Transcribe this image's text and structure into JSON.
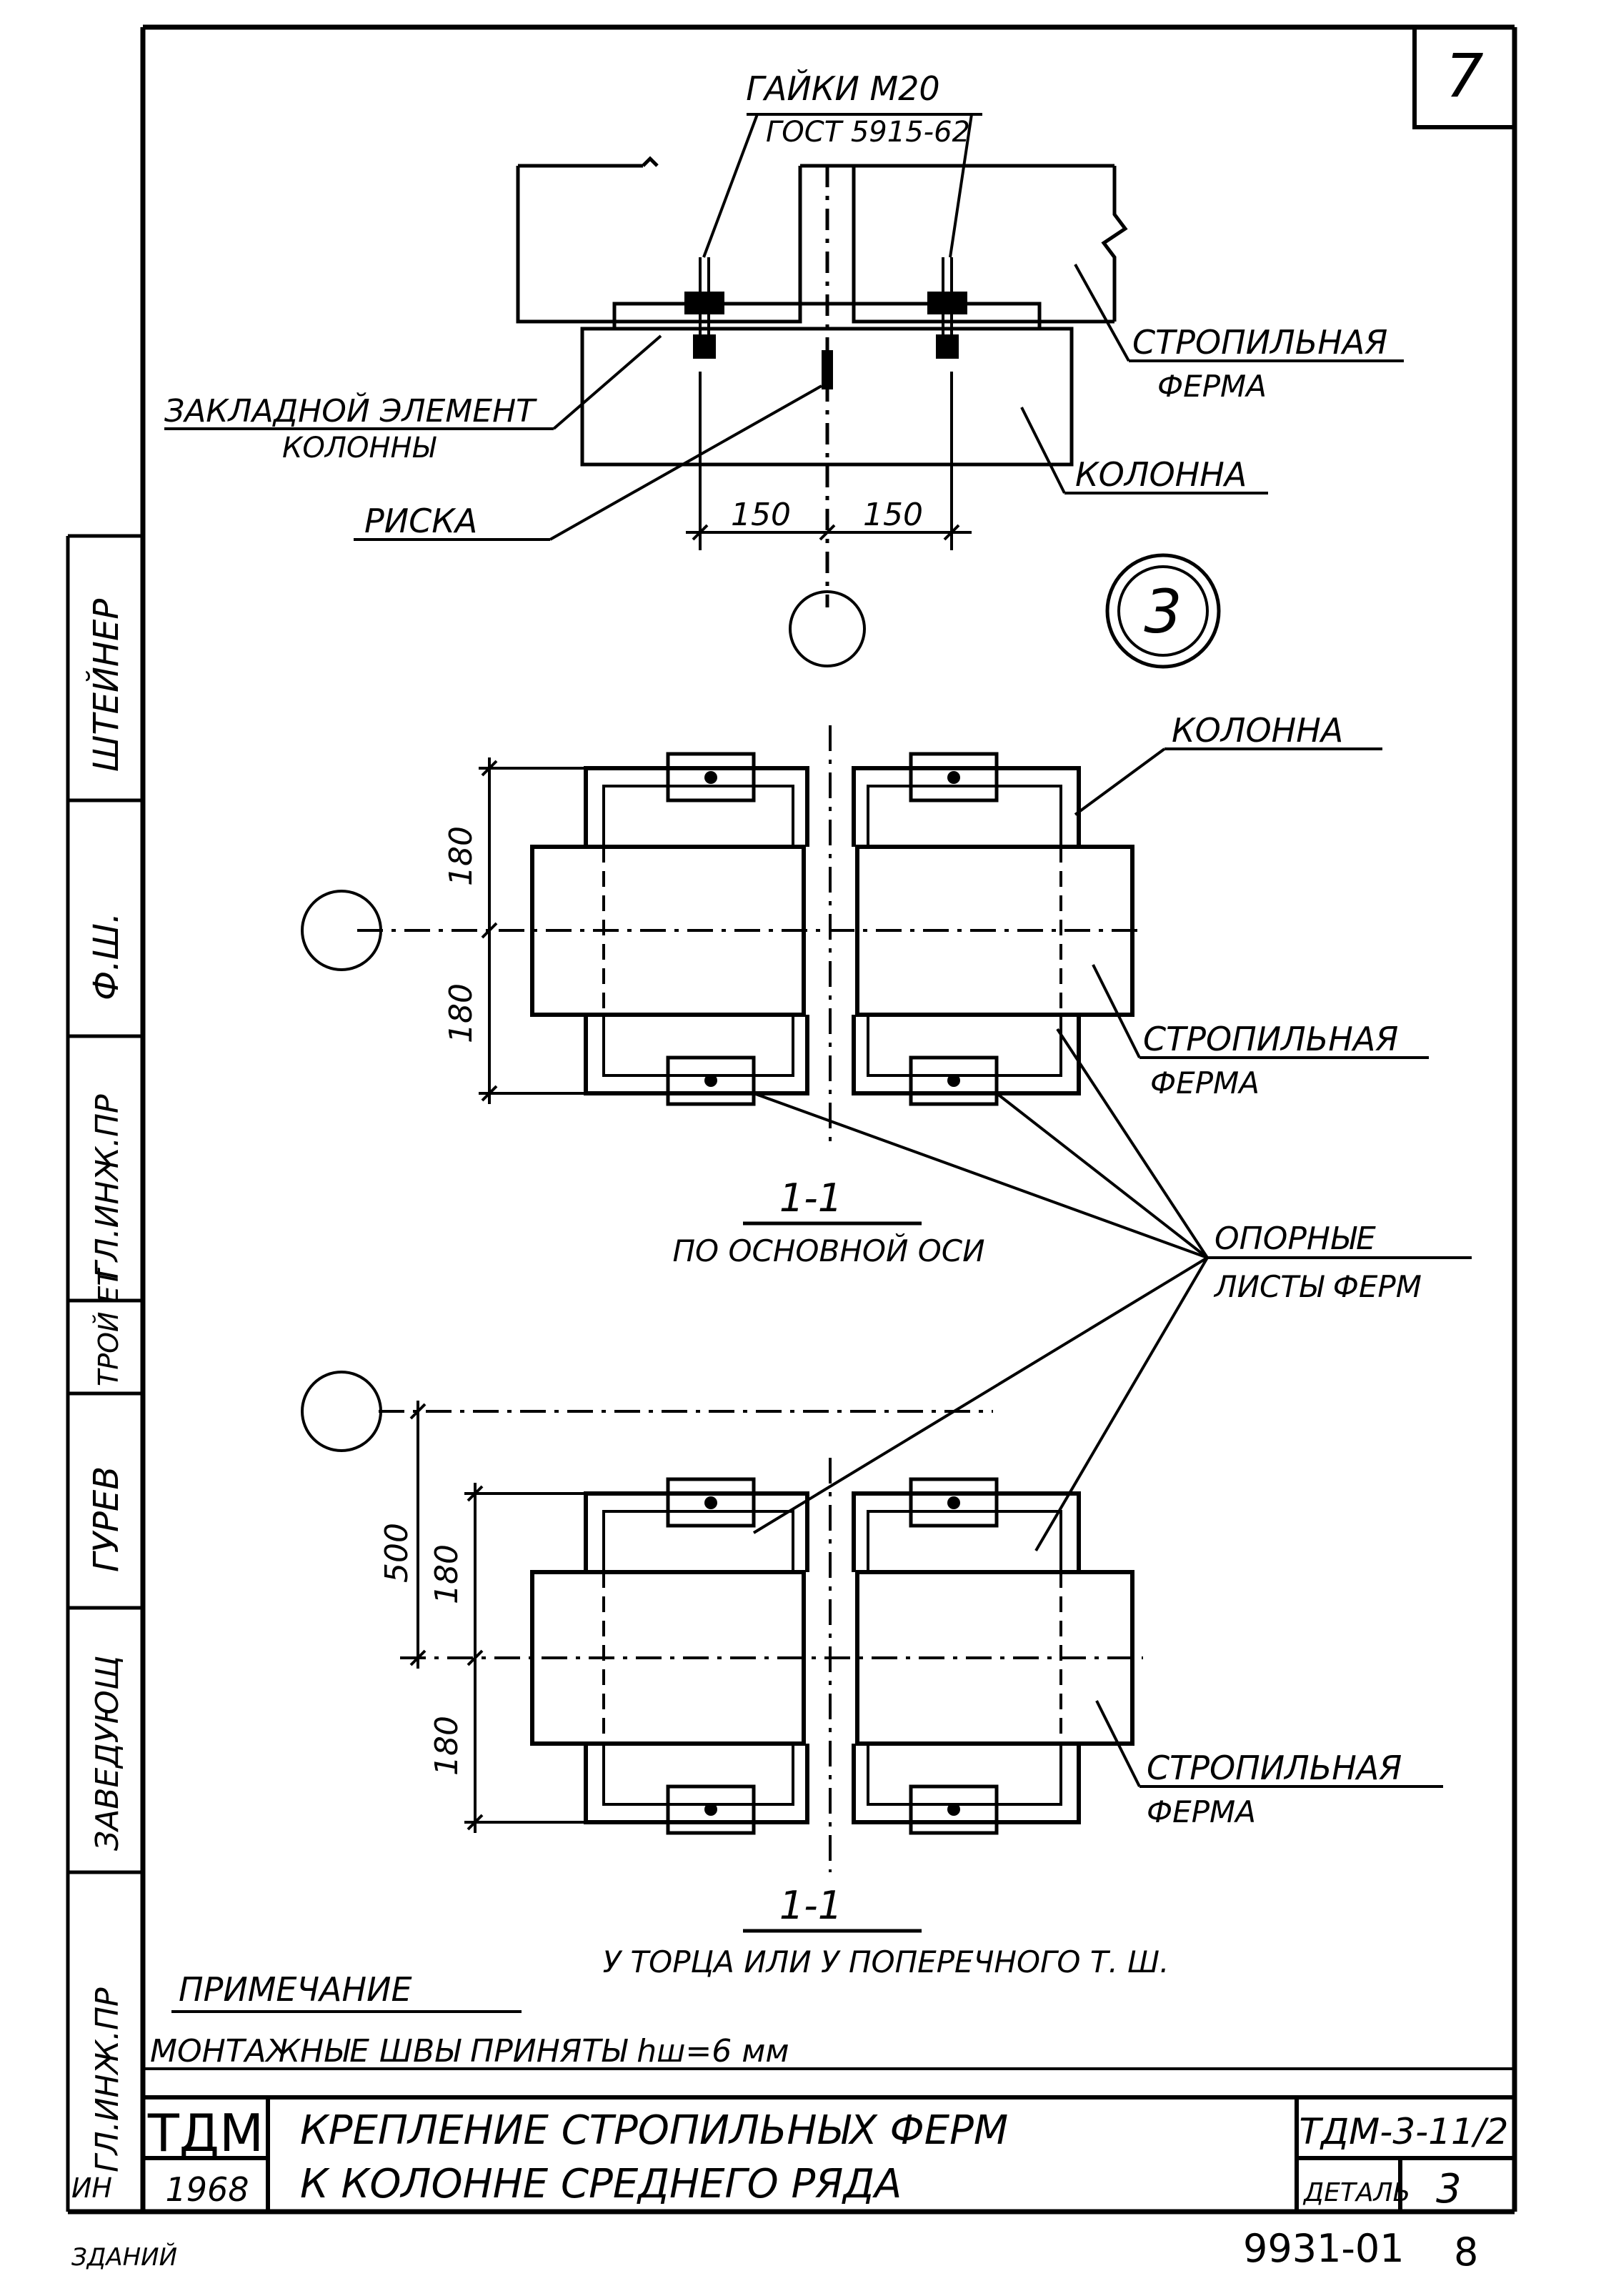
{
  "sheet_number": "7",
  "detail_mark": "3",
  "top_section": {
    "nuts_label_line1": "ГАЙКИ М20",
    "nuts_label_line2": "ГОСТ 5915-62",
    "truss_label_line1": "СТРОПИЛЬНАЯ",
    "truss_label_line2": "ФЕРМА",
    "embedded_label_line1": "ЗАКЛАДНОЙ ЭЛЕМЕНТ",
    "embedded_label_line2": "КОЛОННЫ",
    "column_label": "КОЛОННА",
    "mark_label": "РИСКА",
    "dim_left": "150",
    "dim_right": "150"
  },
  "plan_upper": {
    "column_label": "КОЛОННА",
    "truss_label_line1": "СТРОПИЛЬНАЯ",
    "truss_label_line2": "ФЕРМА",
    "dim_top": "180",
    "dim_bottom": "180",
    "section_mark": "1-1",
    "caption": "ПО ОСНОВНОЙ ОСИ"
  },
  "bearing_plates_label_line1": "ОПОРНЫЕ",
  "bearing_plates_label_line2": "ЛИСТЫ ФЕРМ",
  "plan_lower": {
    "dim_500": "500",
    "dim_top": "180",
    "dim_bottom": "180",
    "truss_label_line1": "СТРОПИЛЬНАЯ",
    "truss_label_line2": "ФЕРМА",
    "section_mark": "1-1",
    "caption": "У ТОРЦА ИЛИ У ПОПЕРЕЧНОГО Т. Ш."
  },
  "note_title": "ПРИМЕЧАНИЕ",
  "note_text": "МОНТАЖНЫЕ ШВЫ ПРИНЯТЫ hш=6 мм",
  "title_block": {
    "org_logo": "ТДМ",
    "year": "1968",
    "title_line1": "КРЕПЛЕНИЕ СТРОПИЛЬНЫХ ФЕРМ",
    "title_line2": "К КОЛОННЕ СРЕДНЕГО РЯДА",
    "doc_code": "ТДМ-3-11/2",
    "detail_word": "ДЕТАЛЬ",
    "detail_number": "3",
    "archive_number": "9931-01",
    "page_number": "8"
  },
  "side_stamp": {
    "cell1": "ШТЕЙНЕР",
    "cell2": "Ф.Ш.",
    "cell3": "ГЛ.ИНЖ.ПР",
    "cell4": "ТРОЙ ЕТ",
    "cell5": "ГУРЕВ",
    "cell6": "ЗАВЕДУЮЩ",
    "cell7": "ГЛ.ИНЖ.ПР",
    "cell8": "ИН",
    "cell9": "ЗДАНИЙ"
  }
}
